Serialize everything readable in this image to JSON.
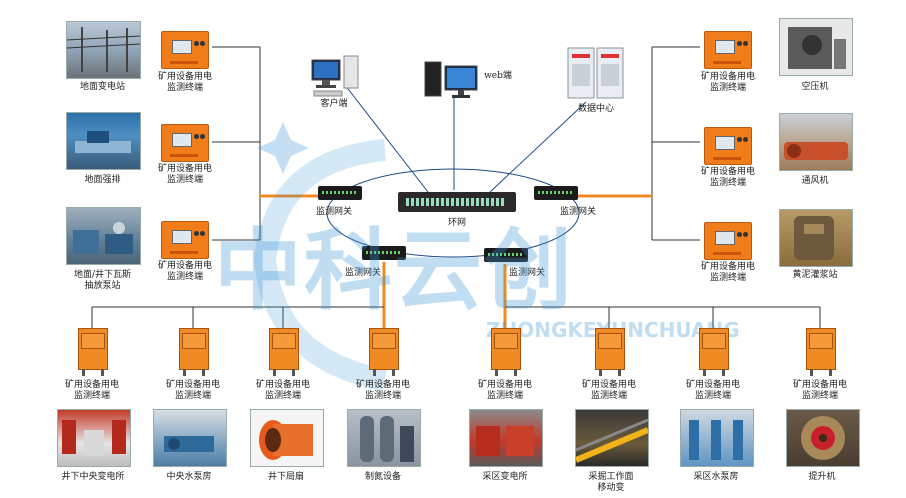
{
  "left_stations": [
    "地面变电站",
    "地面强排",
    "地面/井下瓦斯抽放泵站"
  ],
  "left_station_lines": [
    [
      "地面变电站"
    ],
    [
      "地面强排"
    ],
    [
      "地面/井下瓦斯",
      "抽放泵站"
    ]
  ],
  "right_stations": [
    "空压机",
    "通风机",
    "黄泥灌浆站"
  ],
  "bottom_stations": [
    "井下中央变电所",
    "中央水泵房",
    "井下局扇",
    "制氮设备",
    "采区变电所",
    "采掘工作面移动变",
    "采区水泵房",
    "提升机"
  ],
  "bottom_station_lines": [
    [
      "井下中央变电所"
    ],
    [
      "中央水泵房"
    ],
    [
      "井下局扇"
    ],
    [
      "制氮设备"
    ],
    [
      "采区变电所"
    ],
    [
      "采掘工作面",
      "移动变"
    ],
    [
      "采区水泵房"
    ],
    [
      "提升机"
    ]
  ],
  "terminal_label": [
    "矿用设备用电",
    "监测终端"
  ],
  "gateway_label": "监测网关",
  "ring_label": "环网",
  "client_label": "客户端",
  "web_label": "web端",
  "datacenter_label": "数据中心",
  "watermark": {
    "cn": "中科云创",
    "en": "ZHONGKEYUNCHUANG"
  },
  "colors": {
    "accent_line": "#f08a22",
    "watermark": "#3c96d7",
    "terminal": "#f07c1a"
  }
}
